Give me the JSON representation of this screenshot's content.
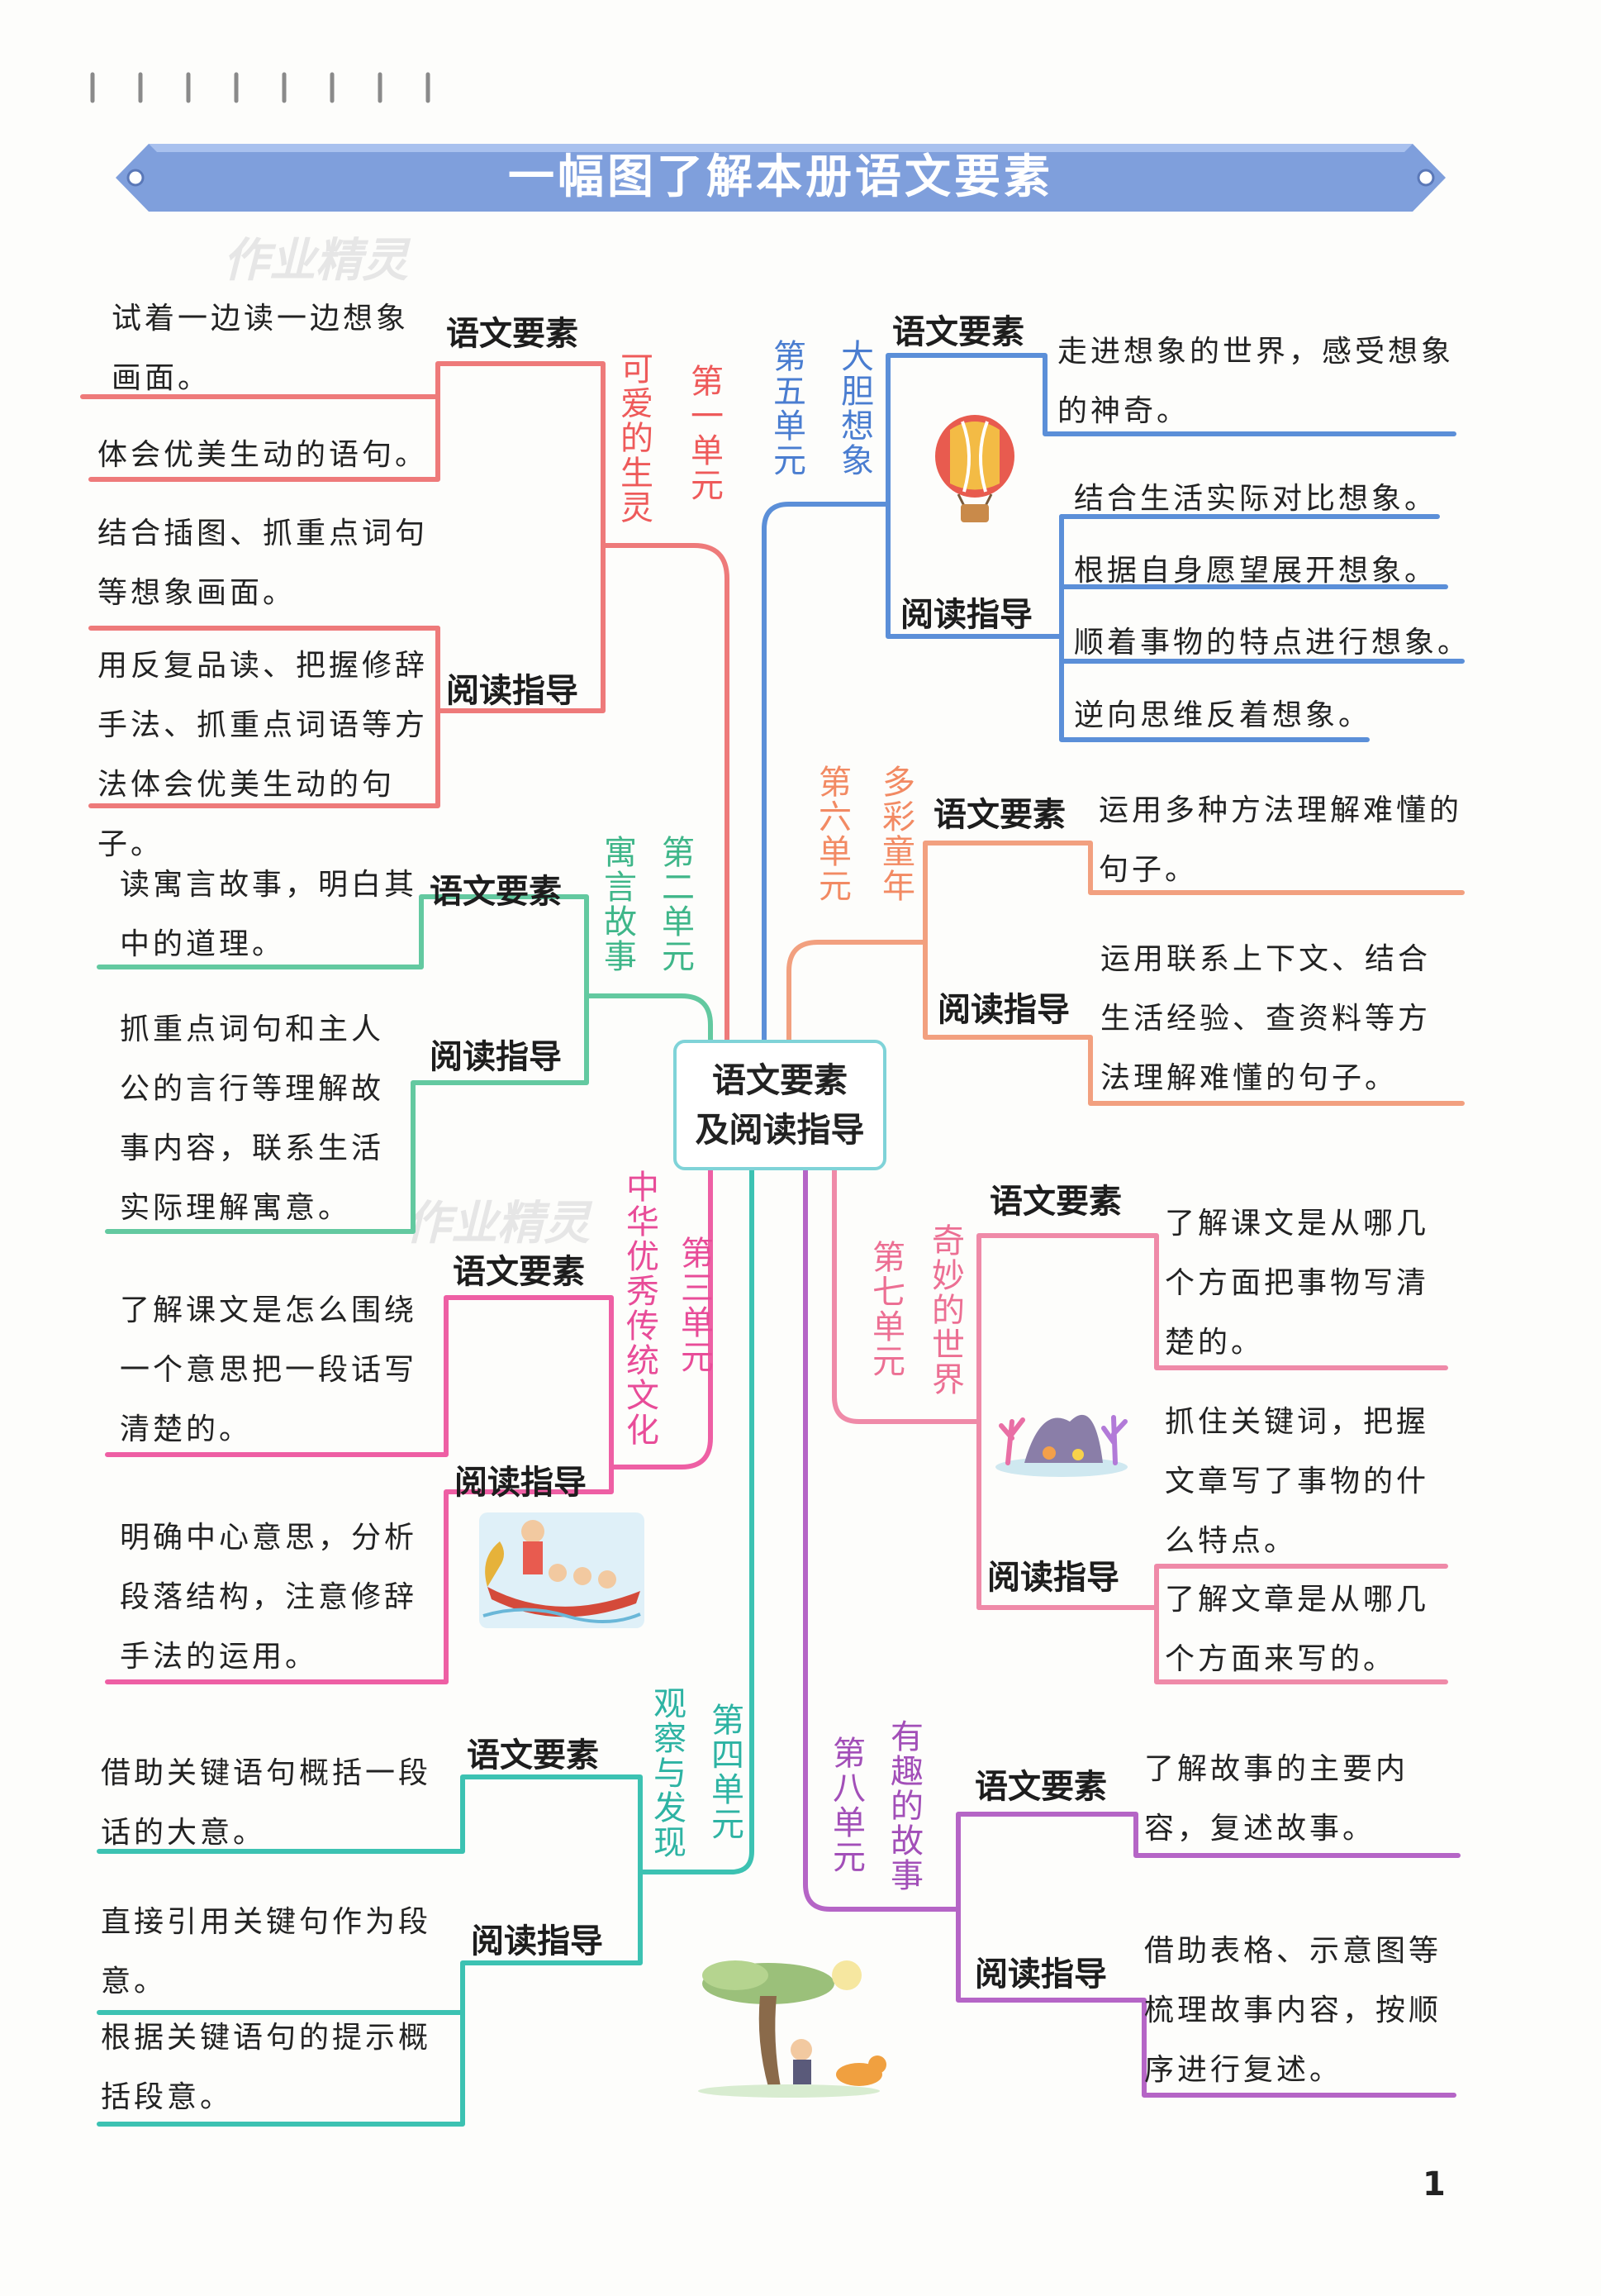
{
  "header": {
    "title": "一幅图了解本册语文要素",
    "page_number": "1"
  },
  "watermark": "作业精灵",
  "center": {
    "line1": "语文要素",
    "line2": "及阅读指导"
  },
  "units": [
    {
      "unit": "第一单元",
      "theme": "可爱的生灵",
      "color": "#ee7a7a",
      "yaosu_label": "语文要素",
      "yuedu_label": "阅读指导",
      "yaosu": [
        "试着一边读一边想象画面。",
        "体会优美生动的语句。"
      ],
      "yuedu": [
        "结合插图、抓重点词句等想象画面。",
        "用反复品读、把握修辞手法、抓重点词语等方法体会优美生动的句子。"
      ]
    },
    {
      "unit": "第二单元",
      "theme": "寓言故事",
      "color": "#63c9a0",
      "yaosu_label": "语文要素",
      "yuedu_label": "阅读指导",
      "yaosu": [
        "读寓言故事，明白其中的道理。"
      ],
      "yuedu": [
        "抓重点词句和主人公的言行等理解故事内容，联系生活实际理解寓意。"
      ]
    },
    {
      "unit": "第三单元",
      "theme": "中华优秀传统文化",
      "color": "#ee5fa4",
      "yaosu_label": "语文要素",
      "yuedu_label": "阅读指导",
      "yaosu": [
        "了解课文是怎么围绕一个意思把一段话写清楚的。"
      ],
      "yuedu": [
        "明确中心意思，分析段落结构，注意修辞手法的运用。"
      ]
    },
    {
      "unit": "第四单元",
      "theme": "观察与发现",
      "color": "#3cc2b2",
      "yaosu_label": "语文要素",
      "yuedu_label": "阅读指导",
      "yaosu": [
        "借助关键语句概括一段话的大意。"
      ],
      "yuedu": [
        "直接引用关键句作为段意。",
        "根据关键语句的提示概括段意。"
      ]
    },
    {
      "unit": "第五单元",
      "theme": "大胆想象",
      "color": "#5b8fd8",
      "yaosu_label": "语文要素",
      "yuedu_label": "阅读指导",
      "yaosu": [
        "走进想象的世界，感受想象的神奇。"
      ],
      "yuedu": [
        "结合生活实际对比想象。",
        "根据自身愿望展开想象。",
        "顺着事物的特点进行想象。",
        "逆向思维反着想象。"
      ]
    },
    {
      "unit": "第六单元",
      "theme": "多彩童年",
      "color": "#f2a07f",
      "yaosu_label": "语文要素",
      "yuedu_label": "阅读指导",
      "yaosu": [
        "运用多种方法理解难懂的句子。"
      ],
      "yuedu": [
        "运用联系上下文、结合生活经验、查资料等方法理解难懂的句子。"
      ]
    },
    {
      "unit": "第七单元",
      "theme": "奇妙的世界",
      "color": "#ef8aa8",
      "yaosu_label": "语文要素",
      "yuedu_label": "阅读指导",
      "yaosu": [
        "了解课文是从哪几个方面把事物写清楚的。"
      ],
      "yuedu": [
        "抓住关键词，把握文章写了事物的什么特点。",
        "了解文章是从哪几个方面来写的。"
      ]
    },
    {
      "unit": "第八单元",
      "theme": "有趣的故事",
      "color": "#b565c6",
      "yaosu_label": "语文要素",
      "yuedu_label": "阅读指导",
      "yaosu": [
        "了解故事的主要内容，复述故事。"
      ],
      "yuedu": [
        "借助表格、示意图等梳理故事内容，按顺序进行复述。"
      ]
    }
  ],
  "illustrations": [
    "hot-air-balloon-icon",
    "coral-reef-icon",
    "dragon-boat-icon",
    "tree-and-tiger-icon"
  ],
  "colors": {
    "banner": "#7f9fdc",
    "center_border": "#7fd3d8"
  }
}
